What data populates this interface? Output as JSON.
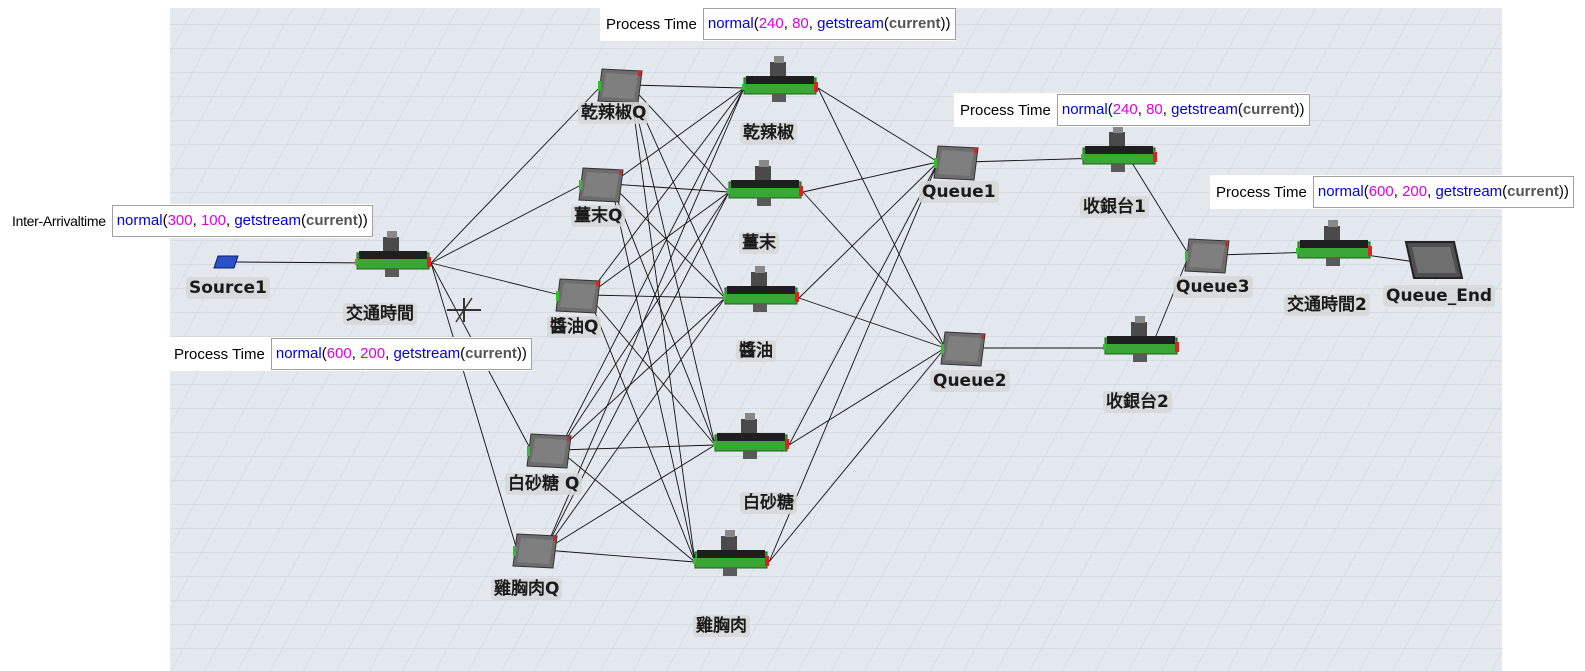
{
  "annotations": [
    {
      "label": "Process Time",
      "parts": [
        [
          "fn",
          "normal"
        ],
        [
          "p",
          "("
        ],
        [
          "num",
          "240"
        ],
        [
          "p",
          ", "
        ],
        [
          "num",
          "80"
        ],
        [
          "p",
          ", "
        ],
        [
          "fn",
          "getstream"
        ],
        [
          "p",
          "("
        ],
        [
          "kw",
          "current"
        ],
        [
          "p",
          "))"
        ]
      ]
    },
    {
      "label": "Process Time",
      "parts": [
        [
          "fn",
          "normal"
        ],
        [
          "p",
          "("
        ],
        [
          "num",
          "240"
        ],
        [
          "p",
          ", "
        ],
        [
          "num",
          "80"
        ],
        [
          "p",
          ", "
        ],
        [
          "fn",
          "getstream"
        ],
        [
          "p",
          "("
        ],
        [
          "kw",
          "current"
        ],
        [
          "p",
          "))"
        ]
      ]
    },
    {
      "label": "Process Time",
      "parts": [
        [
          "fn",
          "normal"
        ],
        [
          "p",
          "("
        ],
        [
          "num",
          "600"
        ],
        [
          "p",
          ", "
        ],
        [
          "num",
          "200"
        ],
        [
          "p",
          ", "
        ],
        [
          "fn",
          "getstream"
        ],
        [
          "p",
          "("
        ],
        [
          "kw",
          "current"
        ],
        [
          "p",
          "))"
        ]
      ]
    },
    {
      "label": "Inter-Arrivaltime",
      "parts": [
        [
          "fn",
          "normal"
        ],
        [
          "p",
          "("
        ],
        [
          "num",
          "300"
        ],
        [
          "p",
          ", "
        ],
        [
          "num",
          "100"
        ],
        [
          "p",
          ", "
        ],
        [
          "fn",
          "getstream"
        ],
        [
          "p",
          "("
        ],
        [
          "kw",
          "current"
        ],
        [
          "p",
          "))"
        ]
      ]
    },
    {
      "label": "Process Time",
      "parts": [
        [
          "fn",
          "normal"
        ],
        [
          "p",
          "("
        ],
        [
          "num",
          "600"
        ],
        [
          "p",
          ", "
        ],
        [
          "num",
          "200"
        ],
        [
          "p",
          ", "
        ],
        [
          "fn",
          "getstream"
        ],
        [
          "p",
          "("
        ],
        [
          "kw",
          "current"
        ],
        [
          "p",
          "))"
        ]
      ]
    }
  ],
  "objects": [
    {
      "id": "source1",
      "type": "source",
      "label": "Source1"
    },
    {
      "id": "traffic",
      "type": "processor",
      "label": "交通時間"
    },
    {
      "id": "q_chili",
      "type": "queue",
      "label": "乾辣椒Q"
    },
    {
      "id": "q_ginger",
      "type": "queue",
      "label": "薑末Q"
    },
    {
      "id": "q_soy",
      "type": "queue",
      "label": "醬油Q"
    },
    {
      "id": "q_sugar",
      "type": "queue",
      "label": "白砂糖 Q"
    },
    {
      "id": "q_chicken",
      "type": "queue",
      "label": "雞胸肉Q"
    },
    {
      "id": "p_chili",
      "type": "processor",
      "label": "乾辣椒"
    },
    {
      "id": "p_ginger",
      "type": "processor",
      "label": "薑末"
    },
    {
      "id": "p_soy",
      "type": "processor",
      "label": "醬油"
    },
    {
      "id": "p_sugar",
      "type": "processor",
      "label": "白砂糖"
    },
    {
      "id": "p_chicken",
      "type": "processor",
      "label": "雞胸肉"
    },
    {
      "id": "queue1",
      "type": "queue",
      "label": "Queue1"
    },
    {
      "id": "queue2",
      "type": "queue",
      "label": "Queue2"
    },
    {
      "id": "cashier1",
      "type": "processor",
      "label": "收銀台1"
    },
    {
      "id": "cashier2",
      "type": "processor",
      "label": "收銀台2"
    },
    {
      "id": "queue3",
      "type": "queue",
      "label": "Queue3"
    },
    {
      "id": "traffic2",
      "type": "processor",
      "label": "交通時間2"
    },
    {
      "id": "queue_end",
      "type": "sink",
      "label": "Queue_End"
    }
  ],
  "colors": {
    "grid_bg": "#e4e9ef",
    "grid_line": "#c8ced6",
    "processor_green": "#3aa635",
    "queue_gray": "#6d6d6d",
    "source_blue": "#2a50c8"
  }
}
